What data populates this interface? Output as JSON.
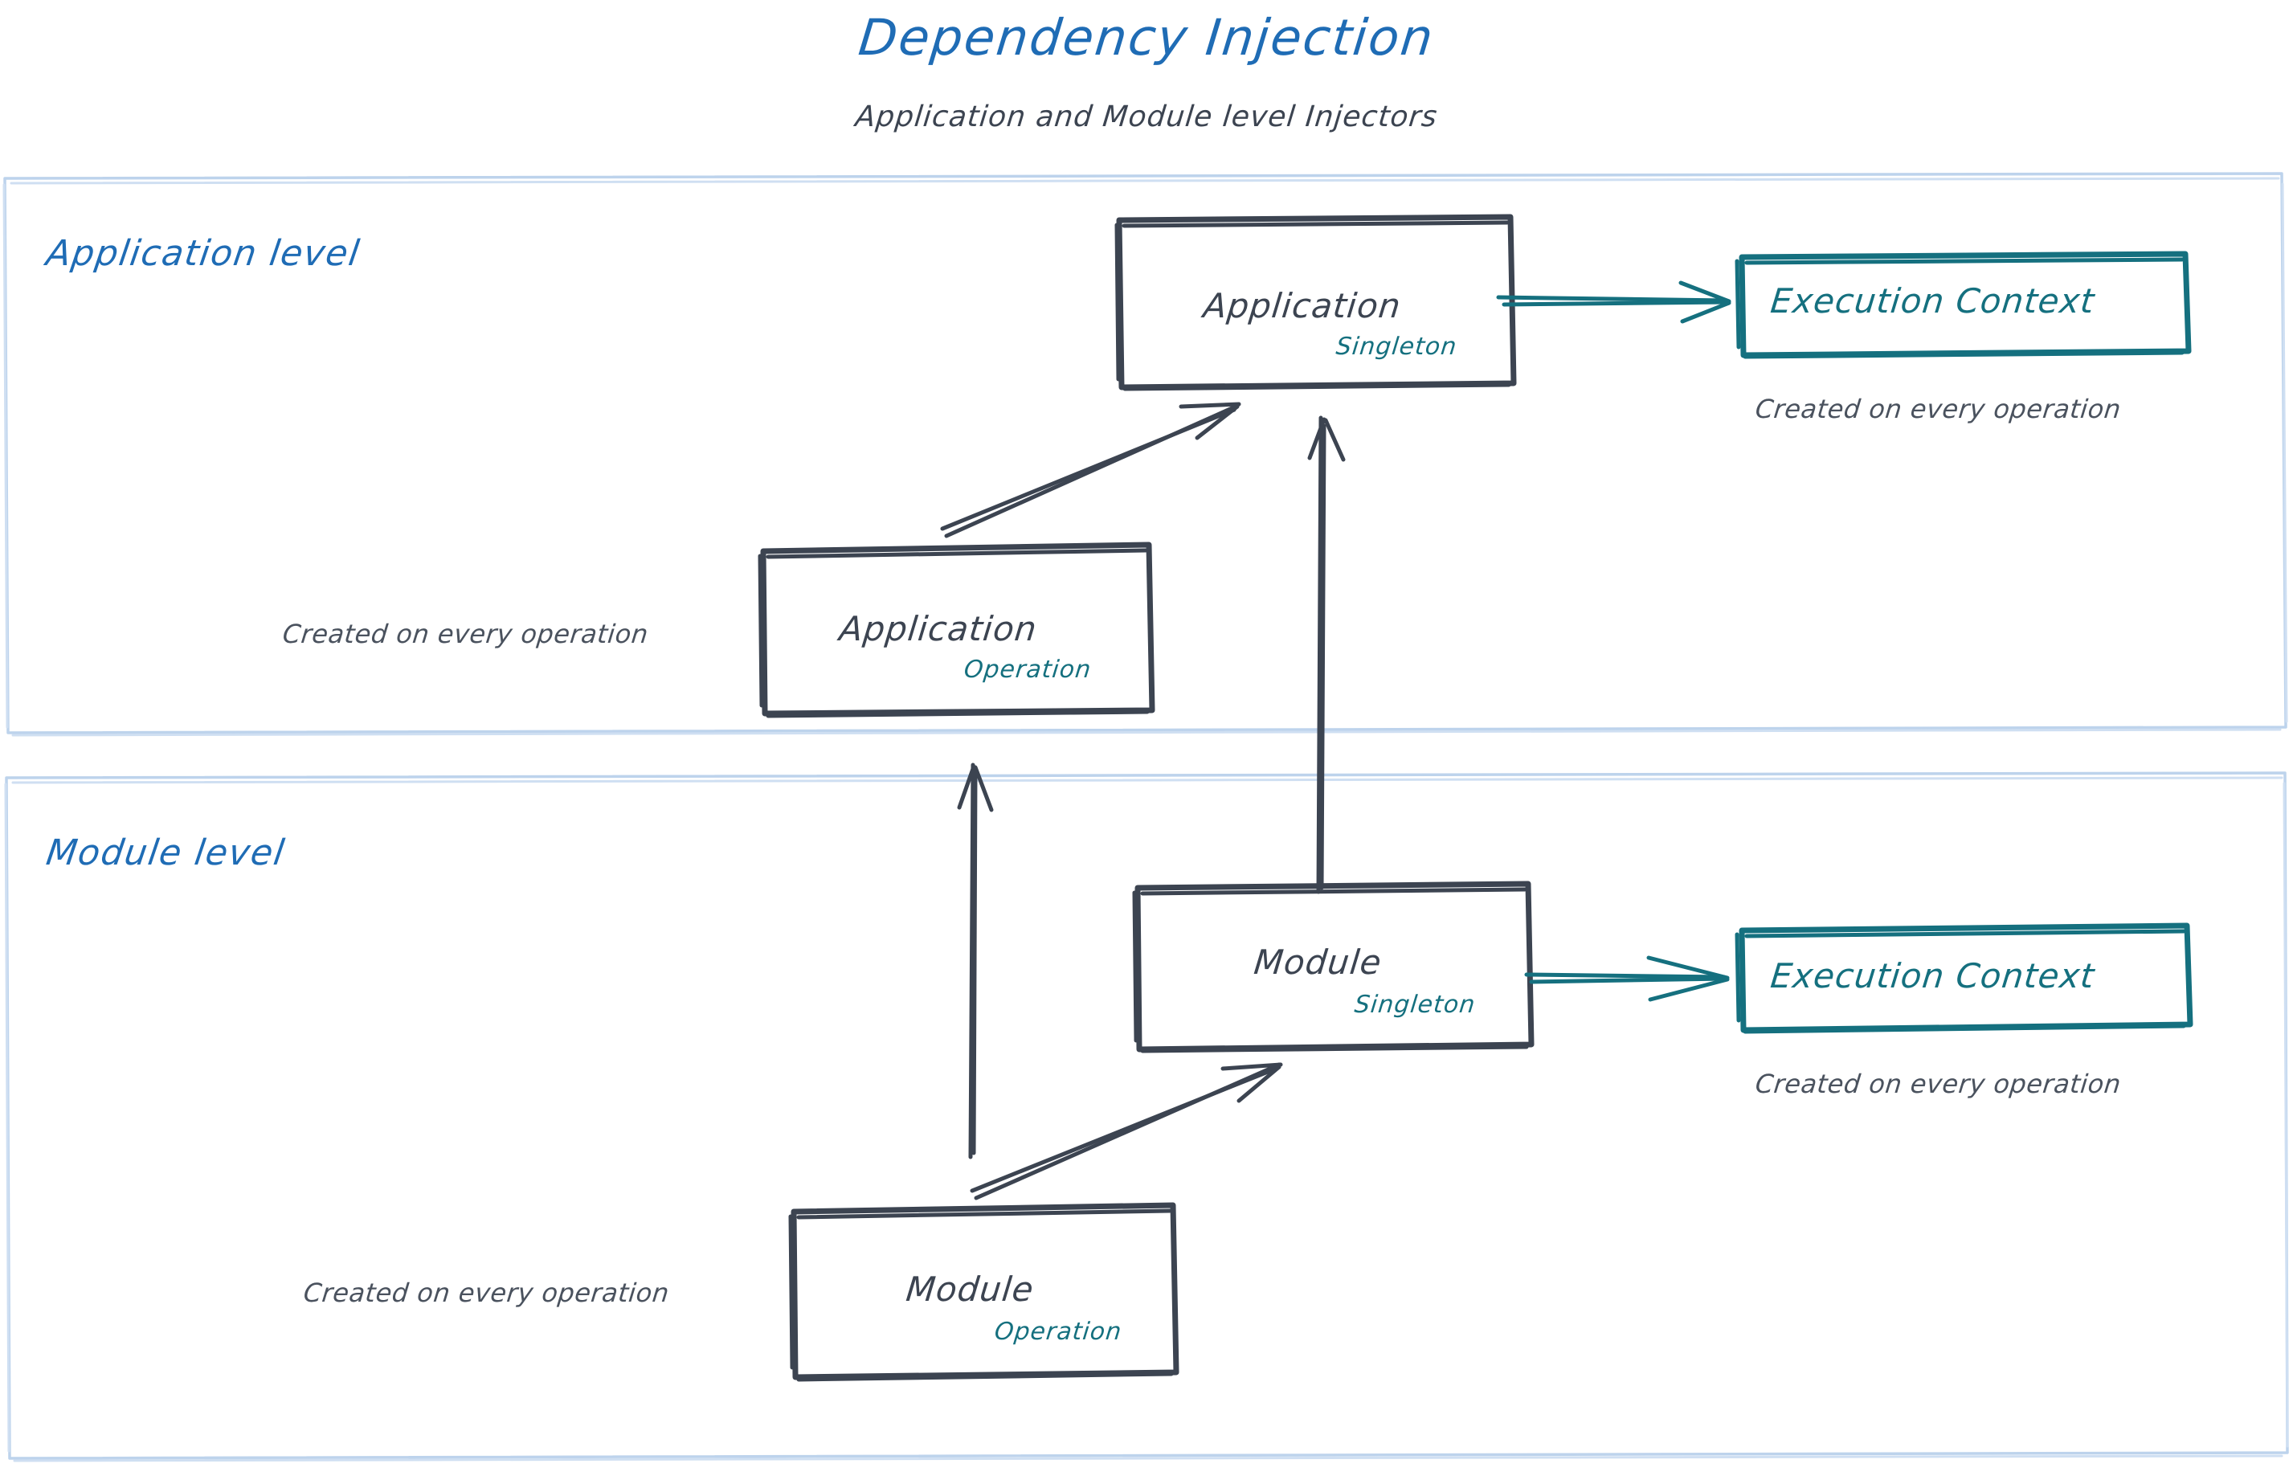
{
  "header": {
    "title": "Dependency Injection",
    "subtitle": "Application and Module level Injectors"
  },
  "colors": {
    "title_blue": "#1f6cb5",
    "lane_border_blue": "#bdd3ec",
    "ink_dark": "#3c4451",
    "teal": "#15707f",
    "background": "#ffffff"
  },
  "lanes": [
    {
      "id": "application-level",
      "label": "Application level",
      "boxes": [
        {
          "id": "application-singleton",
          "title": "Application",
          "scope": "Singleton",
          "style": "dark"
        },
        {
          "id": "application-execution-context",
          "title": "Execution Context",
          "scope": "",
          "style": "teal",
          "caption": "Created on every operation"
        },
        {
          "id": "application-operation",
          "title": "Application",
          "scope": "Operation",
          "style": "dark",
          "caption": "Created on every operation"
        }
      ]
    },
    {
      "id": "module-level",
      "label": "Module level",
      "boxes": [
        {
          "id": "module-singleton",
          "title": "Module",
          "scope": "Singleton",
          "style": "dark"
        },
        {
          "id": "module-execution-context",
          "title": "Execution Context",
          "scope": "",
          "style": "teal",
          "caption": "Created on every operation"
        },
        {
          "id": "module-operation",
          "title": "Module",
          "scope": "Operation",
          "style": "dark",
          "caption": "Created on every operation"
        }
      ]
    }
  ],
  "arrows": [
    {
      "id": "app-operation-to-app-singleton",
      "from": "application-operation",
      "to": "application-singleton",
      "color": "dark",
      "kind": "diagonal"
    },
    {
      "id": "app-singleton-to-execution-context",
      "from": "application-singleton",
      "to": "application-execution-context",
      "color": "teal",
      "kind": "horizontal"
    },
    {
      "id": "module-singleton-to-app-singleton",
      "from": "module-singleton",
      "to": "application-singleton",
      "color": "dark",
      "kind": "vertical"
    },
    {
      "id": "module-operation-to-app-operation",
      "from": "module-operation",
      "to": "application-operation",
      "color": "dark",
      "kind": "vertical"
    },
    {
      "id": "module-operation-to-module-singleton",
      "from": "module-operation",
      "to": "module-singleton",
      "color": "dark",
      "kind": "diagonal"
    },
    {
      "id": "module-singleton-to-module-execution-context",
      "from": "module-singleton",
      "to": "module-execution-context",
      "color": "teal",
      "kind": "horizontal"
    }
  ]
}
